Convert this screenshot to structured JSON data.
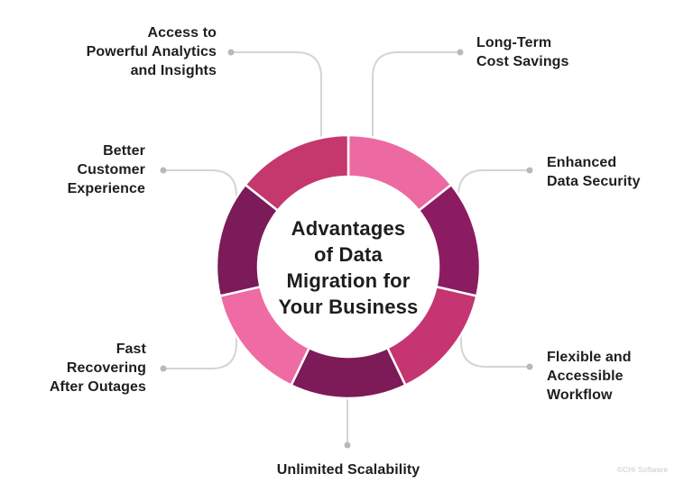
{
  "page": {
    "background": "#ffffff",
    "watermark": "©CHI Software"
  },
  "center": {
    "title": "Advantages\nof Data\nMigration for\nYour Business"
  },
  "chart_data": {
    "type": "donut",
    "title": "Advantages of Data Migration for Your Business",
    "direction": "clockwise",
    "start_angle_deg": 0,
    "equal_segments": true,
    "segment_count": 7,
    "connector_color": "#d4d4d4",
    "connector_dot_color": "#b9b9b9",
    "gap_color": "#ffffff",
    "text_color": "#1e1e1e",
    "segments": [
      {
        "label": "Long-Term\nCost Savings",
        "value": 1,
        "color": "#EC6AA1",
        "position": "top-right"
      },
      {
        "label": "Enhanced\nData Security",
        "value": 1,
        "color": "#8B1C62",
        "position": "right"
      },
      {
        "label": "Flexible and\nAccessible\nWorkflow",
        "value": 1,
        "color": "#C53572",
        "position": "bottom-right"
      },
      {
        "label": "Unlimited Scalability",
        "value": 1,
        "color": "#7D1A58",
        "position": "bottom"
      },
      {
        "label": "Fast\nRecovering\nAfter Outages",
        "value": 1,
        "color": "#EE6BA3",
        "position": "bottom-left"
      },
      {
        "label": "Better\nCustomer\nExperience",
        "value": 1,
        "color": "#7B1B59",
        "position": "left"
      },
      {
        "label": "Access to\nPowerful Analytics\nand Insights",
        "value": 1,
        "color": "#C4386E",
        "position": "top-left"
      }
    ]
  }
}
